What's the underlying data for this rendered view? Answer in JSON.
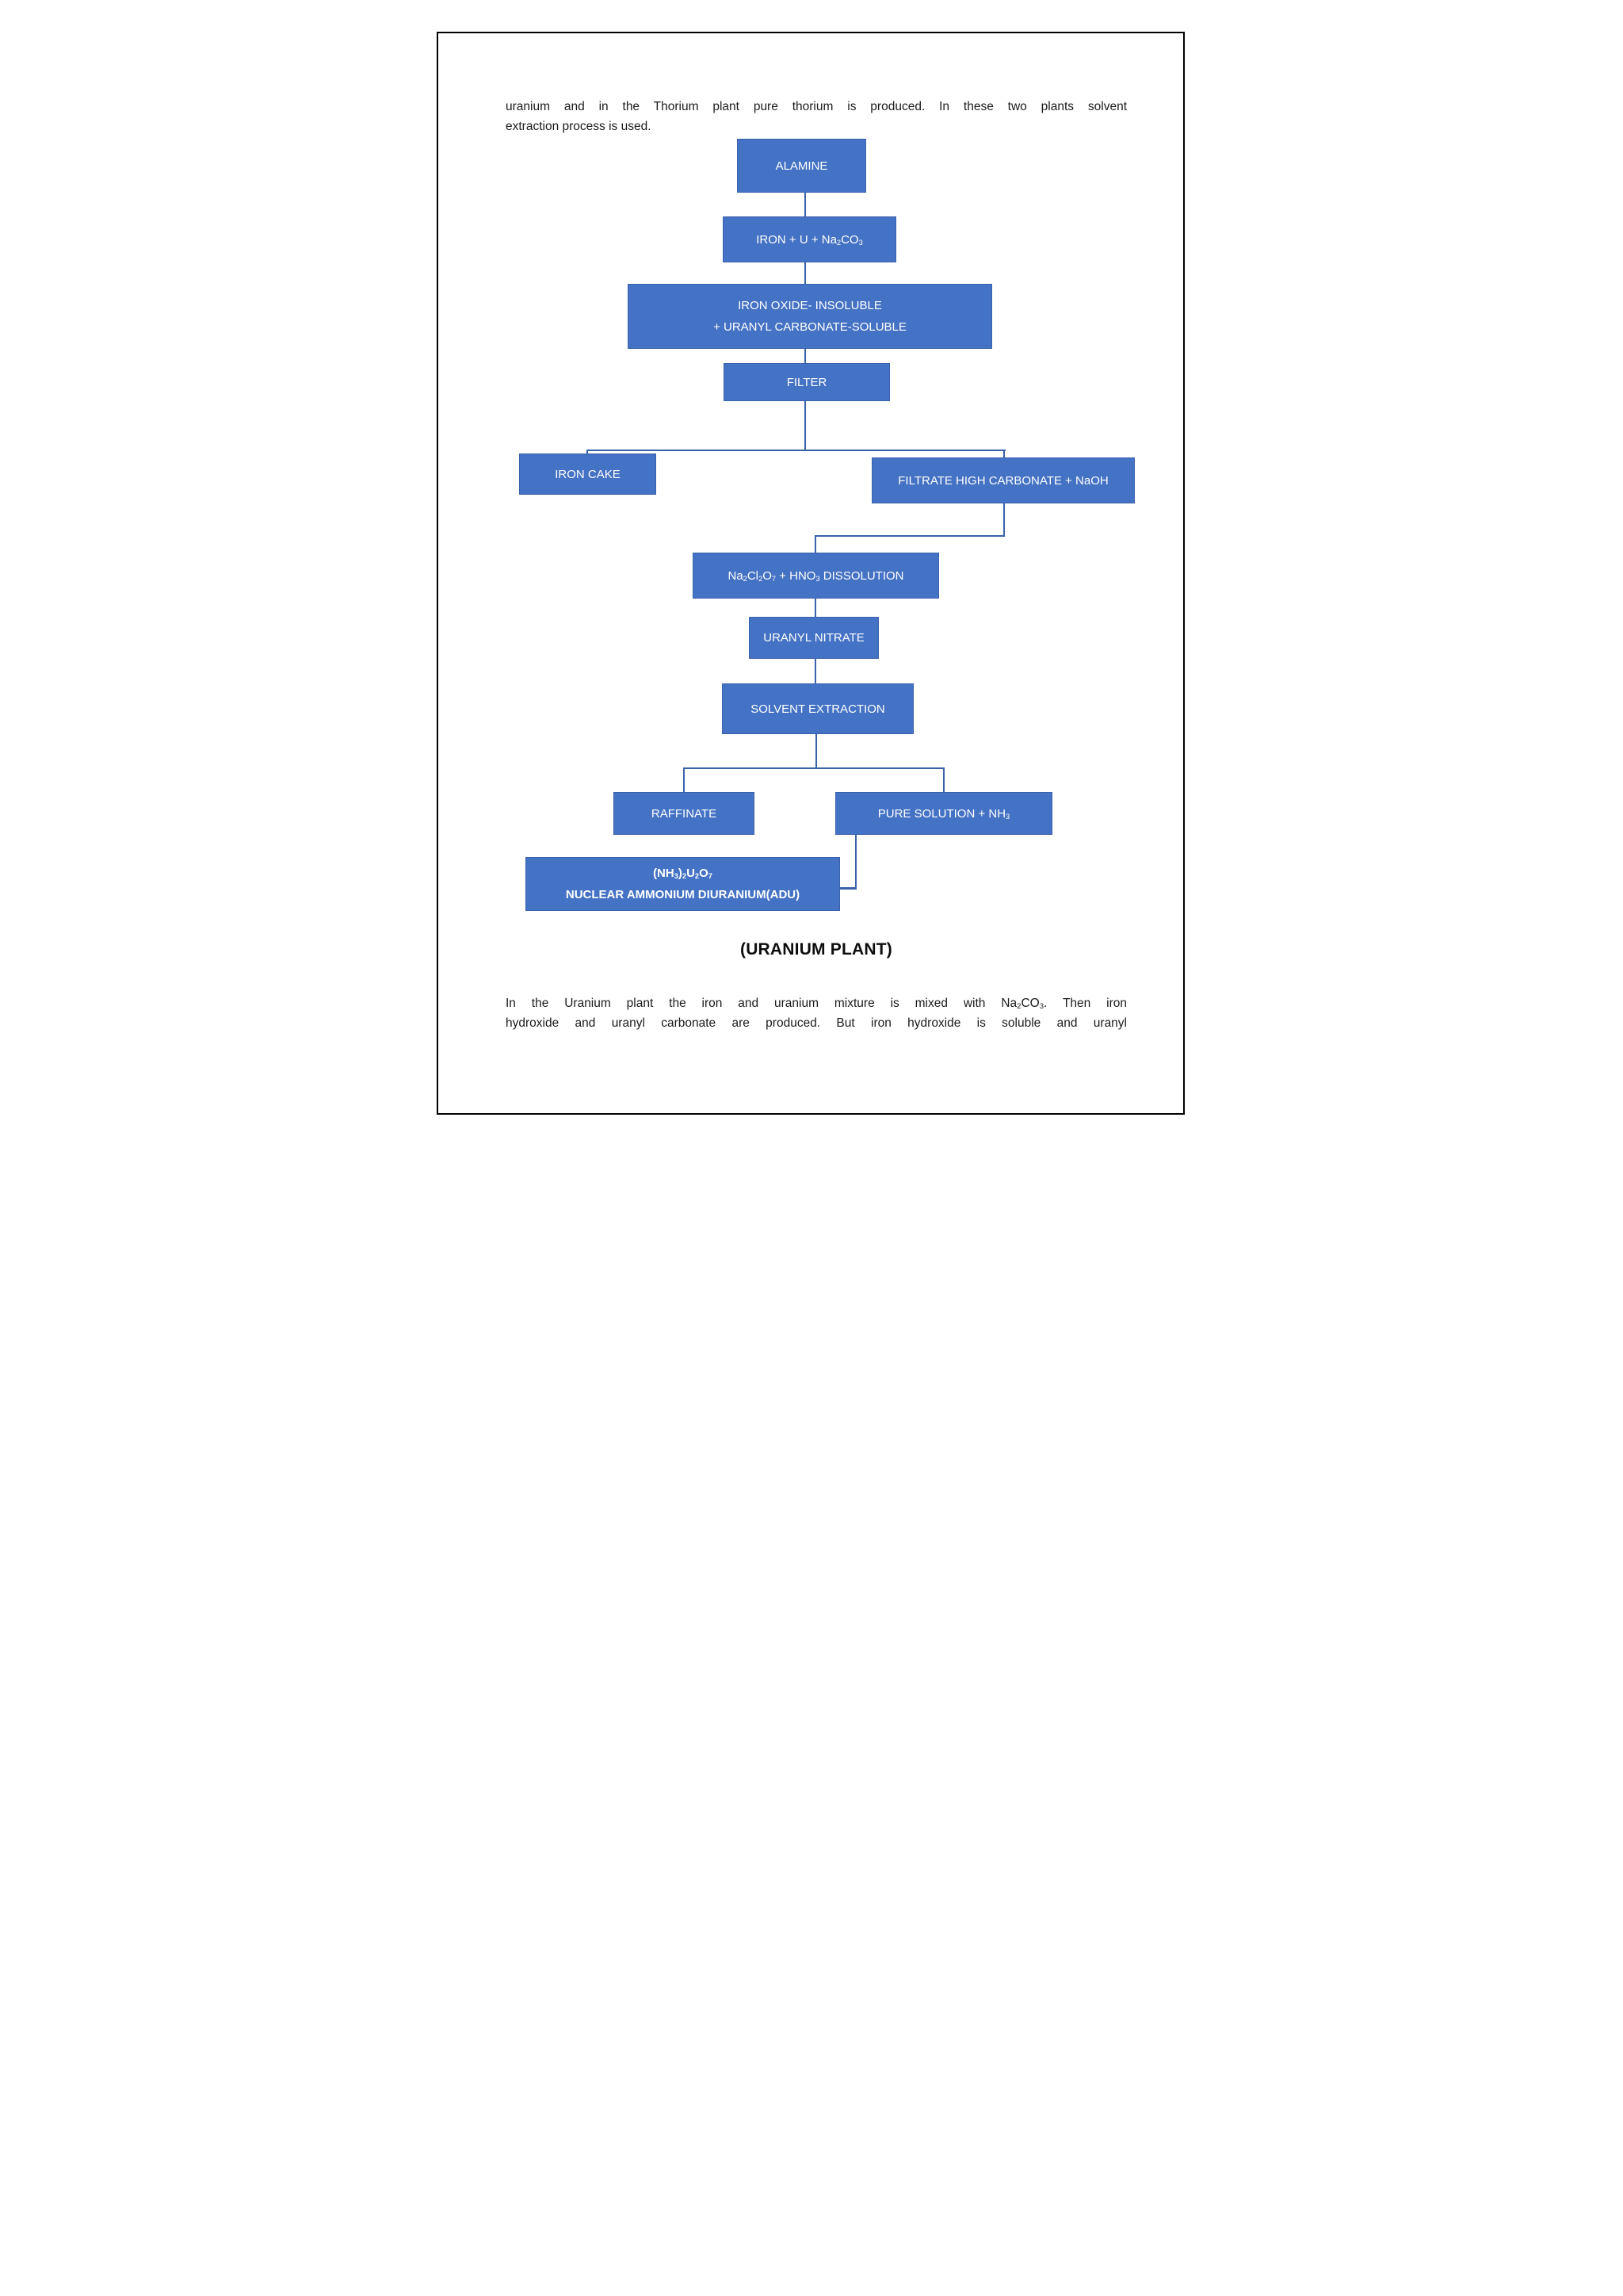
{
  "document": {
    "paragraph_top": {
      "lines": [
        [
          {
            "t": "uranium and in the Thorium plant pure thorium is produced. In these two plants solvent"
          }
        ],
        [
          {
            "t": "extraction process is used."
          }
        ]
      ]
    },
    "caption_label": "(URANIUM PLANT)",
    "paragraph_bottom": {
      "lines": [
        [
          {
            "t": "In the Uranium plant the iron and uranium mixture is mixed with Na"
          },
          {
            "t": "2",
            "sub": true
          },
          {
            "t": "CO"
          },
          {
            "t": "3",
            "sub": true
          },
          {
            "t": ". Then iron"
          }
        ],
        [
          {
            "t": "hydroxide and uranyl carbonate are produced. But iron hydroxide is soluble and uranyl"
          }
        ]
      ]
    }
  },
  "flowchart": {
    "boxes": [
      {
        "id": "alamine",
        "lines": [
          [
            {
              "t": "ALAMINE"
            }
          ]
        ]
      },
      {
        "id": "iron-u-na2co3",
        "lines": [
          [
            {
              "t": "IRON + U + Na"
            },
            {
              "t": "2",
              "sub": true
            },
            {
              "t": "CO"
            },
            {
              "t": "3",
              "sub": true
            }
          ]
        ]
      },
      {
        "id": "iron-oxide-uranyl-carbonate",
        "lines": [
          [
            {
              "t": "IRON OXIDE- INSOLUBLE"
            }
          ],
          [
            {
              "t": "+ URANYL CARBONATE-SOLUBLE"
            }
          ]
        ]
      },
      {
        "id": "filter",
        "lines": [
          [
            {
              "t": "FILTER"
            }
          ]
        ]
      },
      {
        "id": "iron-cake",
        "lines": [
          [
            {
              "t": "IRON CAKE"
            }
          ]
        ]
      },
      {
        "id": "filtrate-high-carbonate-naoh",
        "lines": [
          [
            {
              "t": "FILTRATE HIGH CARBONATE + NaOH"
            }
          ]
        ]
      },
      {
        "id": "na2cl2o7-hno3-dissolution",
        "lines": [
          [
            {
              "t": "Na"
            },
            {
              "t": "2",
              "sub": true
            },
            {
              "t": "Cl"
            },
            {
              "t": "2",
              "sub": true
            },
            {
              "t": "O"
            },
            {
              "t": "7",
              "sub": true
            },
            {
              "t": " + HNO"
            },
            {
              "t": "3",
              "sub": true
            },
            {
              "t": " DISSOLUTION"
            }
          ]
        ]
      },
      {
        "id": "uranyl-nitrate",
        "lines": [
          [
            {
              "t": "URANYL NITRATE"
            }
          ]
        ]
      },
      {
        "id": "solvent-extraction",
        "lines": [
          [
            {
              "t": "SOLVENT EXTRACTION"
            }
          ]
        ]
      },
      {
        "id": "raffinate",
        "lines": [
          [
            {
              "t": "RAFFINATE"
            }
          ]
        ]
      },
      {
        "id": "pure-solution-nh3",
        "lines": [
          [
            {
              "t": "PURE SOLUTION + NH"
            },
            {
              "t": "3",
              "sub": true
            }
          ]
        ]
      },
      {
        "id": "nuclear-ammonium-diuranium",
        "bold": true,
        "lines": [
          [
            {
              "t": "(NH"
            },
            {
              "t": "3",
              "sub": true
            },
            {
              "t": ")"
            },
            {
              "t": "2",
              "sub": true
            },
            {
              "t": "U"
            },
            {
              "t": "2",
              "sub": true
            },
            {
              "t": "O"
            },
            {
              "t": "7",
              "sub": true
            }
          ],
          [
            {
              "t": "NUCLEAR AMMONIUM DIURANIUM(ADU)"
            }
          ]
        ]
      }
    ]
  },
  "colors": {
    "box_fill": "#4472c4",
    "box_text": "#ffffff",
    "connector_line": "#3a62a8",
    "page_border": "#000000",
    "body_text": "#1b1b1b"
  }
}
